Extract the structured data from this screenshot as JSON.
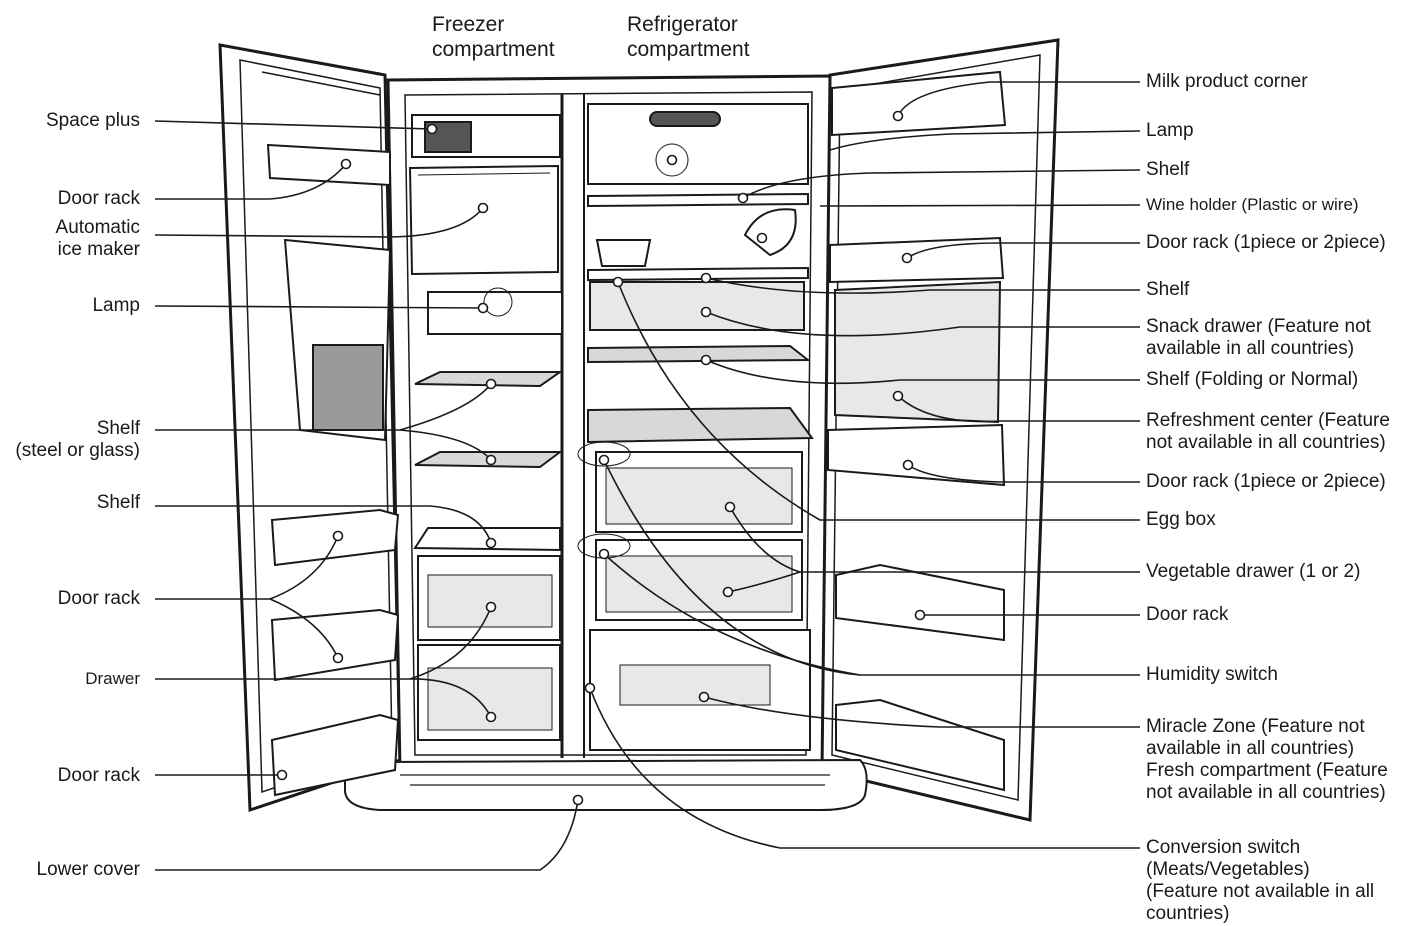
{
  "diagram": {
    "top_labels": {
      "freezer": "Freezer\ncompartment",
      "refrigerator": "Refrigerator\ncompartment"
    },
    "left_labels": {
      "space_plus": "Space plus",
      "door_rack_1": "Door rack",
      "ice_maker": "Automatic\nice maker",
      "lamp": "Lamp",
      "shelf_steel_glass": "Shelf\n(steel or glass)",
      "shelf": "Shelf",
      "door_rack_2": "Door rack",
      "drawer": "Drawer",
      "door_rack_3": "Door rack",
      "lower_cover": "Lower cover"
    },
    "right_labels": {
      "milk_product": "Milk product corner",
      "lamp": "Lamp",
      "shelf_1": "Shelf",
      "wine_holder": "Wine holder (Plastic or wire)",
      "door_rack_a": "Door rack (1piece or 2piece)",
      "shelf_2": "Shelf",
      "snack_drawer": "Snack drawer (Feature not\navailable in all countries)",
      "shelf_folding": "Shelf (Folding or Normal)",
      "refreshment": "Refreshment center (Feature\nnot available in all countries)",
      "door_rack_b": "Door rack (1piece or 2piece)",
      "egg_box": "Egg box",
      "vegetable_drawer": "Vegetable drawer (1 or 2)",
      "door_rack_c": "Door rack",
      "humidity_switch": "Humidity switch",
      "miracle_zone": "Miracle Zone (Feature not\navailable in all countries)\nFresh compartment (Feature\nnot available in all countries)",
      "conversion_switch": "Conversion switch\n(Meats/Vegetables)\n(Feature not available in all\ncountries)"
    },
    "line_color": "#1a1a1a",
    "fill_color": "#ffffff",
    "shade_color": "#d8d8d8"
  }
}
